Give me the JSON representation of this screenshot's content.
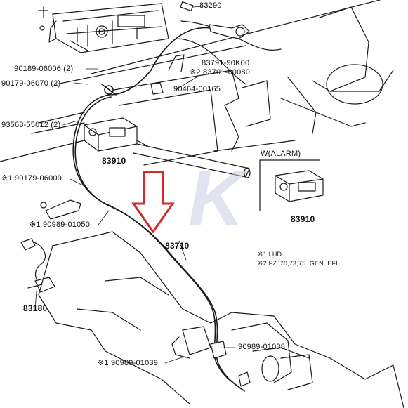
{
  "parts": {
    "p83290": "83290",
    "p90189": "90189-06006 (2)",
    "p90179_a": "90179-06070 (2)",
    "p93568": "93568-55012 (2)",
    "p83791_90k": "83791-90K00",
    "p83791_600": "※2 83791-60080",
    "p90464": "90464-00165",
    "p83910_main": "83910",
    "p90179_b": "※1 90179-06009",
    "p90989_01050": "※1 90989-01050",
    "p83710": "83710",
    "p83180": "83180",
    "p90989_01038": "90989-01038",
    "p90989_01039": "※1 90989-01039",
    "p83910_alarm": "83910"
  },
  "inset": {
    "title": "W(ALARM)"
  },
  "notes": {
    "note1": "※1 LHD",
    "note2": "※2 FZJ70,73,75..GEN..EFI"
  },
  "arrow_color": "#d62828",
  "watermark": "K"
}
